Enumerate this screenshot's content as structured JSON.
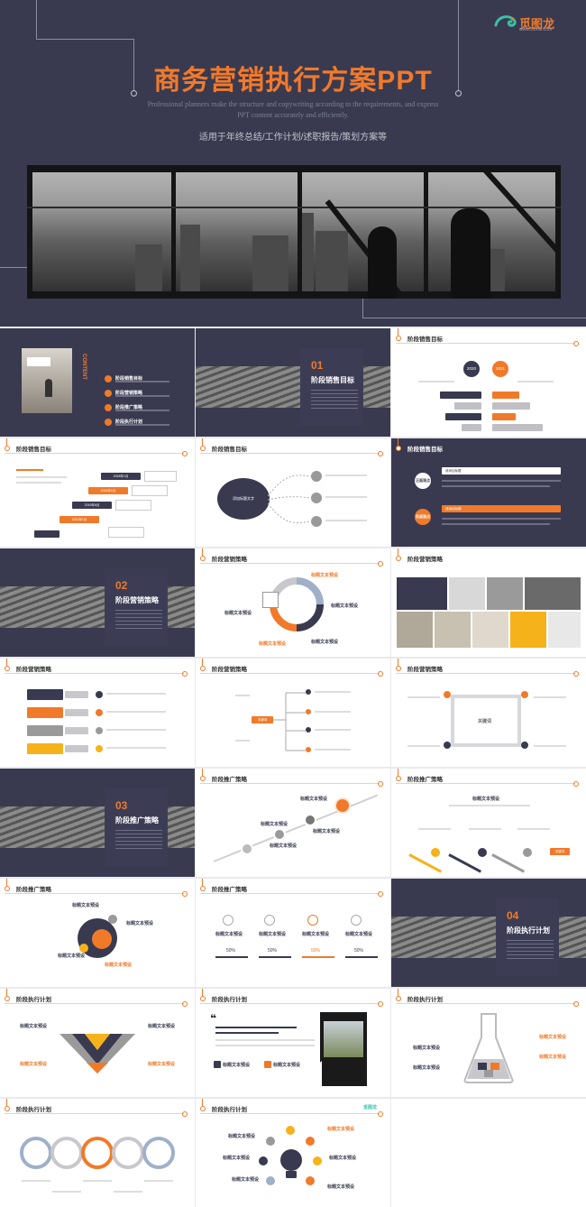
{
  "brand": {
    "logo_text": "觅图龙",
    "logo_sub": "www.51miz.com",
    "accent": "#f07a2a",
    "navy": "#393a4f"
  },
  "hero": {
    "title": "商务营销执行方案PPT",
    "subtitle": "Professional planners make the structure and copywriting according to the requirements, and express PPT content accurately and efficiently.",
    "tagline": "适用于年终总结/工作计划/述职报告/策划方案等"
  },
  "slides": {
    "s1": {
      "content": "CONTENT",
      "items": [
        "阶段销售目标",
        "阶段营销策略",
        "阶段推广策略",
        "阶段执行计划"
      ]
    },
    "s2": {
      "num": "01",
      "title": "阶段销售目标"
    },
    "s3": {
      "title": "阶段销售目标",
      "year_a": "2020",
      "year_b": "2021"
    },
    "s4": {
      "title": "阶段销售目标",
      "box_a": "2018年1月",
      "box_b": "2019年1月",
      "box_c": "2019年6月",
      "box_d": "2020年1月"
    },
    "s5": {
      "title": "阶段销售目标",
      "bubble": "添加标题文字"
    },
    "s6": {
      "title": "阶段销售目标",
      "a": "正面观点",
      "b": "负面观点",
      "a_title": "请添加标题",
      "b_title": "请添加标题"
    },
    "s7": {
      "num": "02",
      "title": "阶段营销策略"
    },
    "s8": {
      "title": "阶段营销策略",
      "label": "标题文本预设"
    },
    "s9": {
      "title": "阶段营销策略"
    },
    "s10": {
      "title": "阶段营销策略"
    },
    "s11": {
      "title": "阶段营销策略",
      "center": "关键词"
    },
    "s12": {
      "title": "阶段营销策略",
      "center": "关键词"
    },
    "s13": {
      "num": "03",
      "title": "阶段推广策略"
    },
    "s14": {
      "title": "阶段推广策略",
      "label": "标题文本预设"
    },
    "s15": {
      "title": "阶段推广策略",
      "label": "标题文本预设",
      "tag": "关键词"
    },
    "s16": {
      "title": "阶段推广策略",
      "label": "标题文本预设"
    },
    "s17": {
      "title": "阶段推广策略",
      "label": "标题文本预设",
      "pct": "50%"
    },
    "s18": {
      "num": "04",
      "title": "阶段执行计划"
    },
    "s19": {
      "title": "阶段执行计划",
      "label": "标题文本预设"
    },
    "s20": {
      "title": "阶段执行计划",
      "label": "标题文本预设"
    },
    "s21": {
      "title": "阶段执行计划",
      "label": "标题文本预设"
    },
    "s22": {
      "title": "阶段执行计划"
    },
    "s23": {
      "title": "阶段执行计划",
      "logo": "觅图龙",
      "label": "标题文本预设"
    }
  }
}
